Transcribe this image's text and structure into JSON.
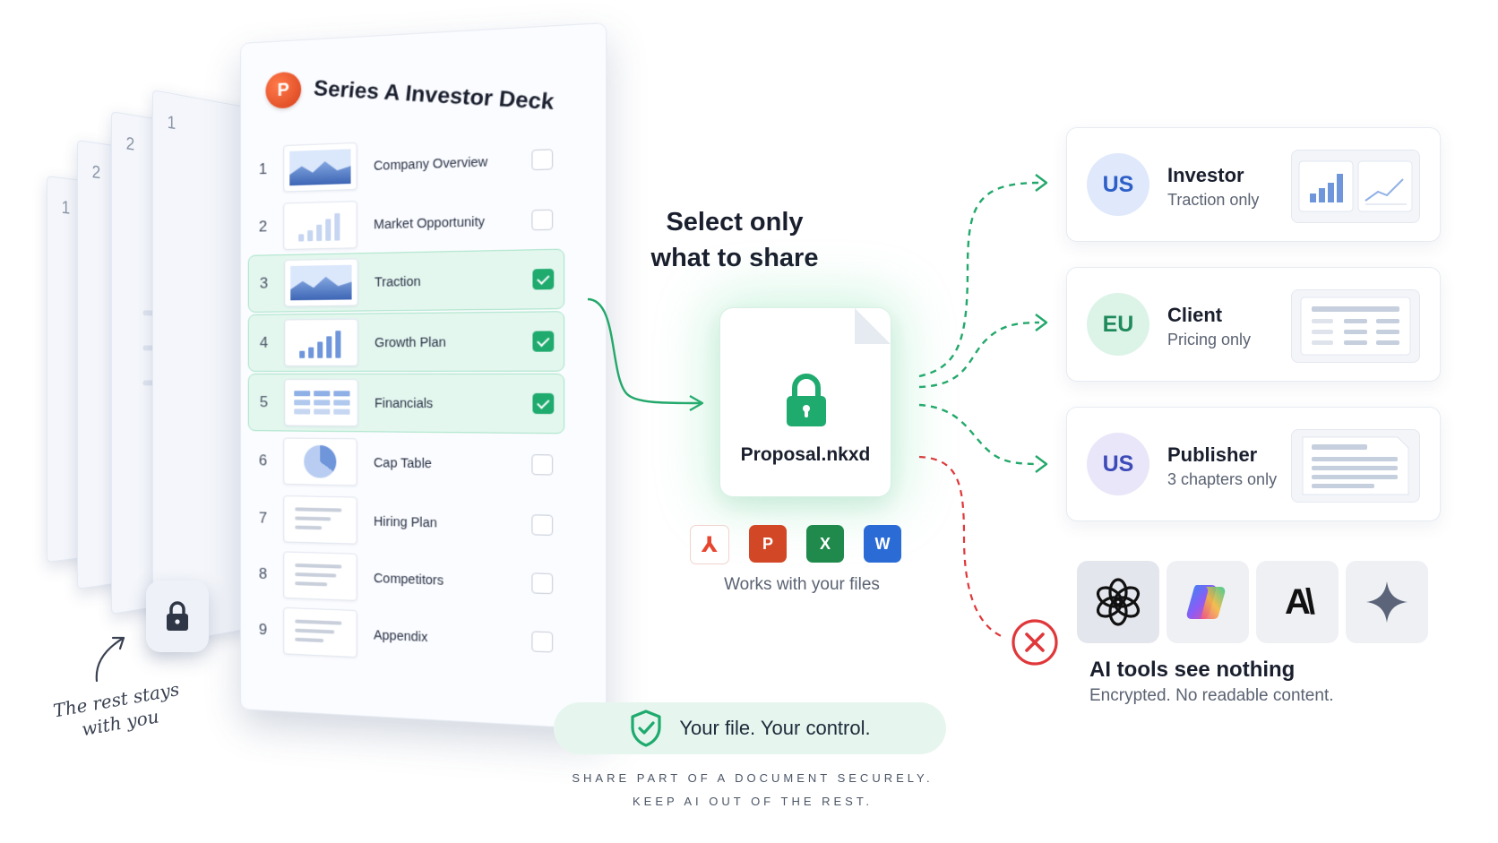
{
  "stack": {
    "page_numbers": [
      "1",
      "2",
      "2",
      "1"
    ]
  },
  "deck": {
    "app_icon_letter": "P",
    "title": "Series A Investor Deck",
    "slides": [
      {
        "num": "1",
        "label": "Company Overview",
        "checked": false
      },
      {
        "num": "2",
        "label": "Market Opportunity",
        "checked": false
      },
      {
        "num": "3",
        "label": "Traction",
        "checked": true
      },
      {
        "num": "4",
        "label": "Growth Plan",
        "checked": true
      },
      {
        "num": "5",
        "label": "Financials",
        "checked": true
      },
      {
        "num": "6",
        "label": "Cap Table",
        "checked": false
      },
      {
        "num": "7",
        "label": "Hiring Plan",
        "checked": false
      },
      {
        "num": "8",
        "label": "Competitors",
        "checked": false
      },
      {
        "num": "9",
        "label": "Appendix",
        "checked": false
      }
    ]
  },
  "note": {
    "line1": "The rest stays",
    "line2": "with you"
  },
  "center": {
    "heading_line1": "Select only",
    "heading_line2": "what to share",
    "file_name": "Proposal.nkxd",
    "formats": [
      {
        "name": "pdf",
        "glyph": "⅄",
        "color": "#e8452f"
      },
      {
        "name": "powerpoint",
        "glyph": "P",
        "color": "#d24726"
      },
      {
        "name": "excel",
        "glyph": "X",
        "color": "#1f8a4c"
      },
      {
        "name": "word",
        "glyph": "W",
        "color": "#2b6bd6"
      }
    ],
    "works_text": "Works with your files",
    "control_text": "Your file. Your control.",
    "tagline_line1": "SHARE PART OF A DOCUMENT SECURELY.",
    "tagline_line2": "KEEP AI OUT OF THE REST."
  },
  "recipients": [
    {
      "initials": "US",
      "role": "Investor",
      "scope": "Traction only",
      "avatar_bg": "#dfe9fb",
      "avatar_fg": "#2e5fc7"
    },
    {
      "initials": "EU",
      "role": "Client",
      "scope": "Pricing only",
      "avatar_bg": "#dcf3e8",
      "avatar_fg": "#1f8a5c"
    },
    {
      "initials": "US",
      "role": "Publisher",
      "scope": "3 chapters only",
      "avatar_bg": "#e8e6f8",
      "avatar_fg": "#3d4bb8"
    }
  ],
  "ai": {
    "tools": [
      "openai-icon",
      "copilot-icon",
      "anthropic-icon",
      "gemini-icon"
    ],
    "anthropic_glyph": "A\\",
    "heading": "AI tools see nothing",
    "sub": "Encrypted. No readable content."
  },
  "colors": {
    "accent_green": "#1faa6e",
    "flow_green": "#23a86b",
    "blocked_red": "#e0373a"
  }
}
